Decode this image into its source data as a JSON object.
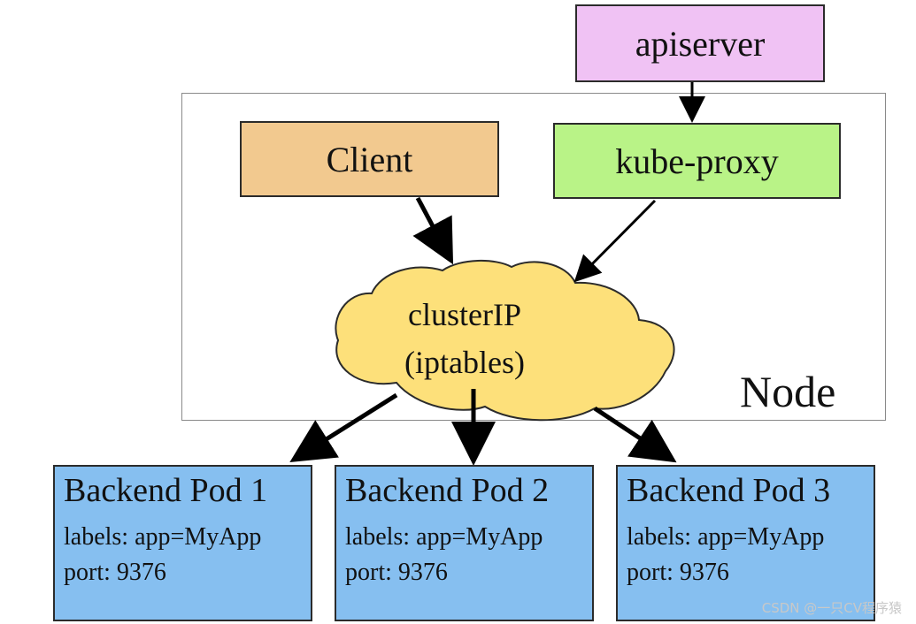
{
  "node": {
    "label": "Node"
  },
  "apiserver": {
    "label": "apiserver",
    "color": "#f0c2f4"
  },
  "client": {
    "label": "Client",
    "color": "#f2c98f"
  },
  "kube_proxy": {
    "label": "kube-proxy",
    "color": "#b9f387"
  },
  "cluster_ip": {
    "line1": "clusterIP",
    "line2": "(iptables)",
    "color": "#fde07a"
  },
  "pods": [
    {
      "title": "Backend Pod 1",
      "labels": "labels: app=MyApp",
      "port": "port: 9376"
    },
    {
      "title": "Backend Pod 2",
      "labels": "labels: app=MyApp",
      "port": "port: 9376"
    },
    {
      "title": "Backend Pod 3",
      "labels": "labels: app=MyApp",
      "port": "port: 9376"
    }
  ],
  "pod_color": "#86bff0",
  "watermark": "CSDN @一只CV程序猿"
}
